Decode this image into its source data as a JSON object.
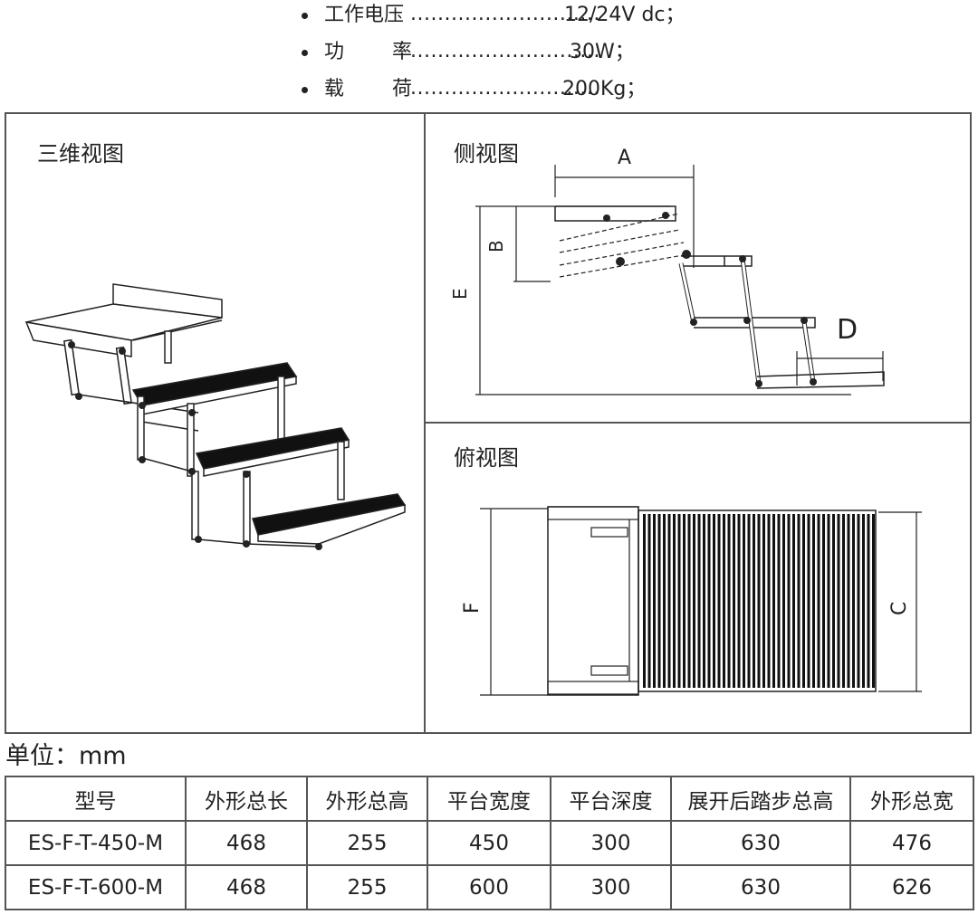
{
  "specs": [
    {
      "label": "工作电压",
      "label_parts": [
        "工作电压"
      ],
      "dots": "............................",
      "value": "12/24V dc；"
    },
    {
      "label": "功率",
      "label_parts": [
        "功",
        "率"
      ],
      "dots": "............................",
      "value": "30W；"
    },
    {
      "label": "载荷",
      "label_parts": [
        "载",
        "荷"
      ],
      "dots": "............................",
      "value": "200Kg；"
    }
  ],
  "panels": {
    "iso": {
      "title": "三维视图"
    },
    "side": {
      "title": "侧视图",
      "dims": {
        "A": "A",
        "B": "B",
        "D": "D",
        "E": "E"
      }
    },
    "top": {
      "title": "俯视图",
      "dims": {
        "C": "C",
        "F": "F"
      }
    }
  },
  "unit_label": "单位：mm",
  "table": {
    "headers": [
      "型号",
      "外形总长",
      "外形总高",
      "平台宽度",
      "平台深度",
      "展开后踏步总高",
      "外形总宽"
    ],
    "rows": [
      [
        "ES-F-T-450-M",
        "468",
        "255",
        "450",
        "300",
        "630",
        "476"
      ],
      [
        "ES-F-T-600-M",
        "468",
        "255",
        "600",
        "300",
        "630",
        "626"
      ]
    ]
  }
}
